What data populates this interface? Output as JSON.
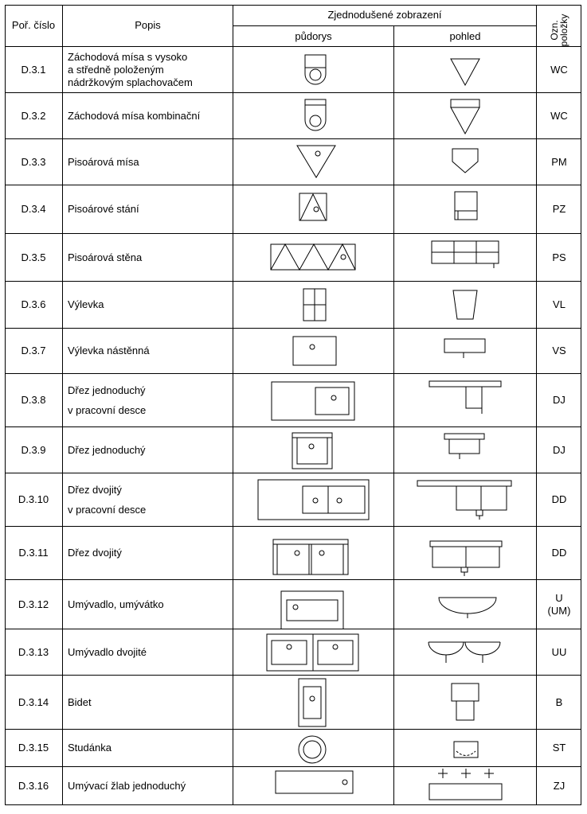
{
  "header": {
    "col_number": "Poř. číslo",
    "col_description": "Popis",
    "col_simplified": "Zjednodušené zobrazení",
    "col_plan": "půdorys",
    "col_view": "pohled",
    "col_code": "Ozn. položky"
  },
  "rows": [
    {
      "num": "D.3.1",
      "desc": [
        "Záchodová mísa s vysoko",
        "a středně položeným",
        "nádržkovým splachovačem"
      ],
      "code": [
        "WC"
      ]
    },
    {
      "num": "D.3.2",
      "desc": [
        "Záchodová mísa kombinační"
      ],
      "code": [
        "WC"
      ]
    },
    {
      "num": "D.3.3",
      "desc": [
        "Pisoárová mísa"
      ],
      "code": [
        "PM"
      ]
    },
    {
      "num": "D.3.4",
      "desc": [
        "Pisoárové stání"
      ],
      "code": [
        "PZ"
      ]
    },
    {
      "num": "D.3.5",
      "desc": [
        "Pisoárová stěna"
      ],
      "code": [
        "PS"
      ]
    },
    {
      "num": "D.3.6",
      "desc": [
        "Výlevka"
      ],
      "code": [
        "VL"
      ]
    },
    {
      "num": "D.3.7",
      "desc": [
        "Výlevka nástěnná"
      ],
      "code": [
        "VS"
      ]
    },
    {
      "num": "D.3.8",
      "desc": [
        "Dřez jednoduchý",
        "v pracovní desce"
      ],
      "code": [
        "DJ"
      ]
    },
    {
      "num": "D.3.9",
      "desc": [
        "Dřez jednoduchý"
      ],
      "code": [
        "DJ"
      ]
    },
    {
      "num": "D.3.10",
      "desc": [
        "Dřez dvojitý",
        "v pracovní desce"
      ],
      "code": [
        "DD"
      ]
    },
    {
      "num": "D.3.11",
      "desc": [
        "Dřez dvojitý"
      ],
      "code": [
        "DD"
      ]
    },
    {
      "num": "D.3.12",
      "desc": [
        "Umývadlo, umývátko"
      ],
      "code": [
        "U",
        "(UM)"
      ]
    },
    {
      "num": "D.3.13",
      "desc": [
        "Umývadlo dvojité"
      ],
      "code": [
        "UU"
      ]
    },
    {
      "num": "D.3.14",
      "desc": [
        "Bidet"
      ],
      "code": [
        "B"
      ]
    },
    {
      "num": "D.3.15",
      "desc": [
        "Studánka"
      ],
      "code": [
        "ST"
      ]
    },
    {
      "num": "D.3.16",
      "desc": [
        "Umývací žlab jednoduchý"
      ],
      "code": [
        "ZJ"
      ]
    }
  ]
}
